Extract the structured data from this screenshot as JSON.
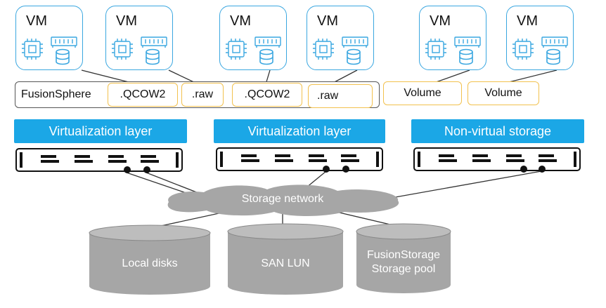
{
  "vms": [
    {
      "label": "VM",
      "icons": [
        "cpu-icon",
        "memory-icon",
        "disk-icon"
      ]
    },
    {
      "label": "VM",
      "icons": [
        "cpu-icon",
        "memory-icon",
        "disk-icon"
      ]
    },
    {
      "label": "VM",
      "icons": [
        "cpu-icon",
        "memory-icon",
        "disk-icon"
      ]
    },
    {
      "label": "VM",
      "icons": [
        "cpu-icon",
        "memory-icon",
        "disk-icon"
      ]
    },
    {
      "label": "VM",
      "icons": [
        "cpu-icon",
        "memory-icon",
        "disk-icon"
      ]
    },
    {
      "label": "VM",
      "icons": [
        "cpu-icon",
        "memory-icon",
        "disk-icon"
      ]
    }
  ],
  "fusionsphere": {
    "label": "FusionSphere",
    "formats": [
      ".QCOW2",
      ".raw",
      ".QCOW2",
      ".raw"
    ]
  },
  "volumes": [
    "Volume",
    "Volume"
  ],
  "layers": [
    "Virtualization layer",
    "Virtualization layer",
    "Non-virtual storage"
  ],
  "network": {
    "label": "Storage network"
  },
  "storage": [
    {
      "line1": "Local disks",
      "line2": ""
    },
    {
      "line1": "SAN LUN",
      "line2": ""
    },
    {
      "line1": "FusionStorage",
      "line2": "Storage pool"
    }
  ],
  "colors": {
    "vm_border": "#3aa7e0",
    "format_border": "#f2c14e",
    "layer_fill": "#1ba7e6",
    "storage_fill": "#a6a6a6",
    "network_fill": "#a6a6a6"
  }
}
